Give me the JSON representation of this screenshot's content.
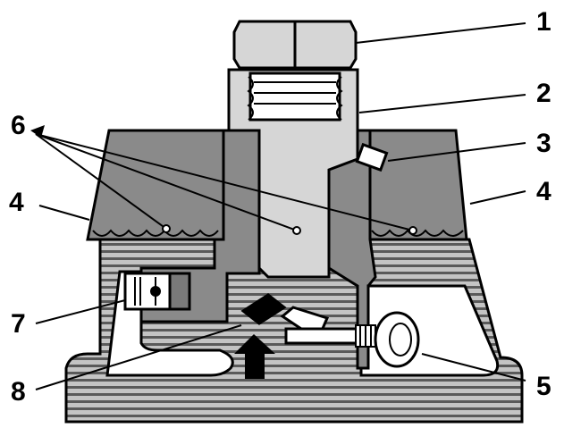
{
  "callouts": {
    "c1": "1",
    "c2": "2",
    "c3": "3",
    "c4_left": "4",
    "c4_right": "4",
    "c5": "5",
    "c6": "6",
    "c7": "7",
    "c8": "8"
  },
  "colors": {
    "outline": "#000000",
    "dark_gray": "#7a7a7a",
    "mid_gray": "#8c8c8c",
    "light_gray": "#d6d6d6",
    "stripe_dark": "#4a4a4a",
    "stripe_light": "#bdbdbd",
    "white": "#ffffff"
  }
}
